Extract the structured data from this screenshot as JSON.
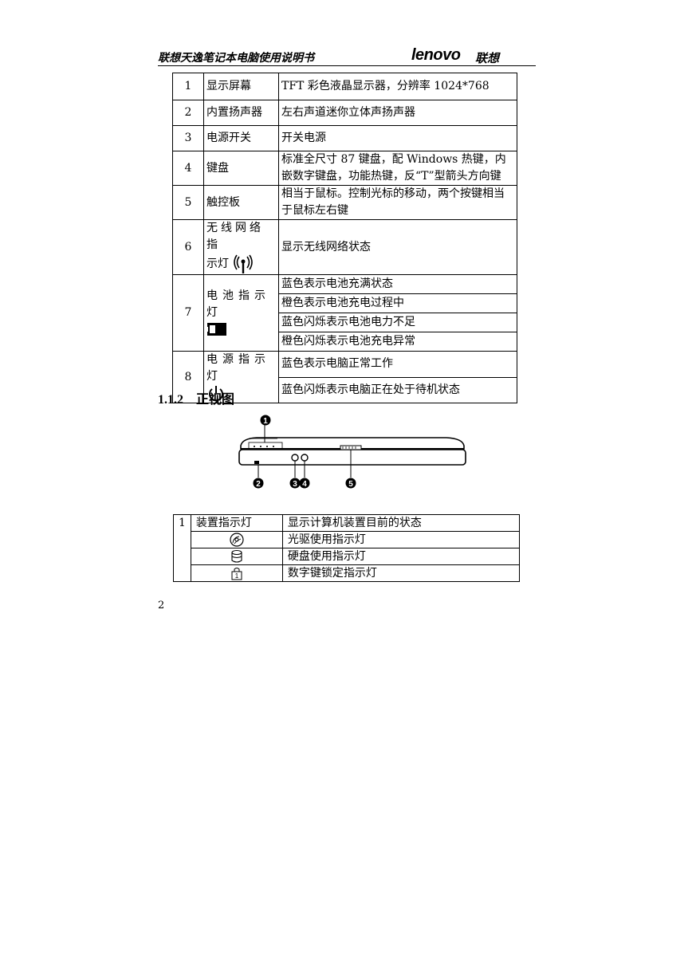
{
  "header": {
    "title": "联想天逸笔记本电脑使用说明书",
    "logo_text": "lenovo",
    "logo_cn": "联想"
  },
  "spec_rows": [
    {
      "num": "1",
      "name": "显示屏幕",
      "desc": "TFT 彩色液晶显示器，分辨率 1024*768"
    },
    {
      "num": "2",
      "name": "内置扬声器",
      "desc": "左右声道迷你立体声扬声器"
    },
    {
      "num": "3",
      "name": "电源开关",
      "desc": "开关电源"
    },
    {
      "num": "4",
      "name": "键盘",
      "desc": "标准全尺寸 87 键盘，配 Windows 热键，内嵌数字键盘，功能热键，反“T”型箭头方向键"
    },
    {
      "num": "5",
      "name": "触控板",
      "desc": "相当于鼠标。控制光标的移动，两个按键相当于鼠标左右键"
    },
    {
      "num": "6",
      "name_line1": "无线网络指",
      "name_line2": "示灯",
      "icon": "wireless-antenna-icon",
      "desc": "显示无线网络状态"
    },
    {
      "num": "7",
      "name": "电池指示灯",
      "icon": "battery-icon",
      "descs": [
        "蓝色表示电池充满状态",
        "橙色表示电池充电过程中",
        "蓝色闪烁表示电池电力不足",
        "橙色闪烁表示电池充电异常"
      ]
    },
    {
      "num": "8",
      "name": "电源指示灯",
      "icon": "power-icon",
      "descs": [
        "蓝色表示电脑正常工作",
        "蓝色闪烁表示电脑正在处于待机状态"
      ]
    }
  ],
  "section": {
    "number": "1.1.2",
    "title": "正视图"
  },
  "figure": {
    "callouts": [
      "1",
      "2",
      "3",
      "4",
      "5"
    ]
  },
  "device_table": {
    "num": "1",
    "name": "装置指示灯",
    "desc": "显示计算机装置目前的状态",
    "rows": [
      {
        "icon": "optical-drive-icon",
        "desc": "光驱使用指示灯"
      },
      {
        "icon": "hard-disk-icon",
        "desc": "硬盘使用指示灯"
      },
      {
        "icon": "num-lock-icon",
        "icon_text": "1",
        "desc": "数字键锁定指示灯"
      }
    ]
  },
  "page_number": "2"
}
